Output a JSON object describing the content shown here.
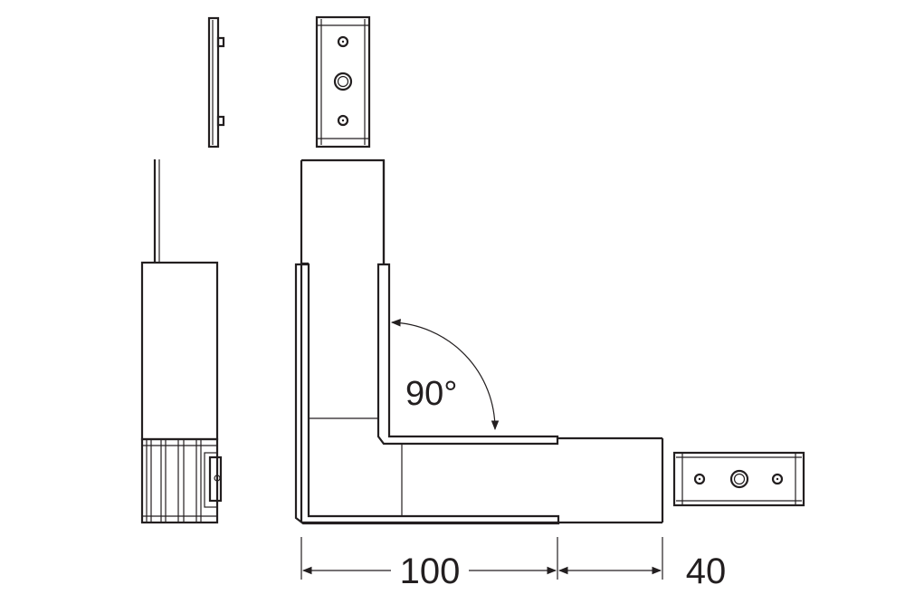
{
  "diagram": {
    "angle_label": "90°",
    "dimension_long": "100",
    "dimension_short": "40"
  }
}
